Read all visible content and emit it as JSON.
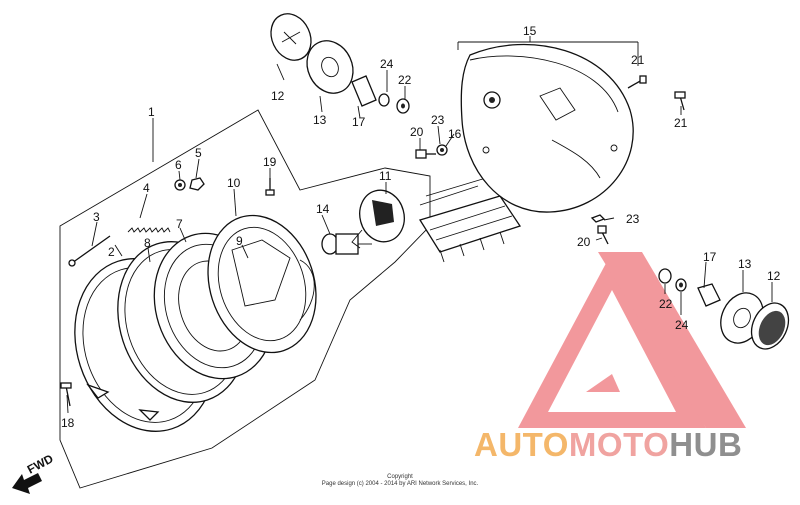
{
  "diagram": {
    "part_labels": [
      "1",
      "2",
      "3",
      "4",
      "5",
      "6",
      "7",
      "8",
      "9",
      "10",
      "11",
      "12",
      "13",
      "14",
      "15",
      "16",
      "17",
      "18",
      "19",
      "20",
      "21",
      "22",
      "23",
      "24"
    ],
    "direction_label": "FWD"
  },
  "footer": {
    "copyright_line1": "Copyright",
    "copyright_line2": "Page design (c) 2004 - 2014 by ARI Network Services, Inc."
  },
  "watermark": {
    "brand_part1": "AUTO",
    "brand_part2": "MOTO",
    "brand_part3": "HUB",
    "colors": {
      "auto": "#f4b76a",
      "moto": "#f0a3a0",
      "hub": "#8f8f8f",
      "logo": "#f07f84"
    }
  }
}
